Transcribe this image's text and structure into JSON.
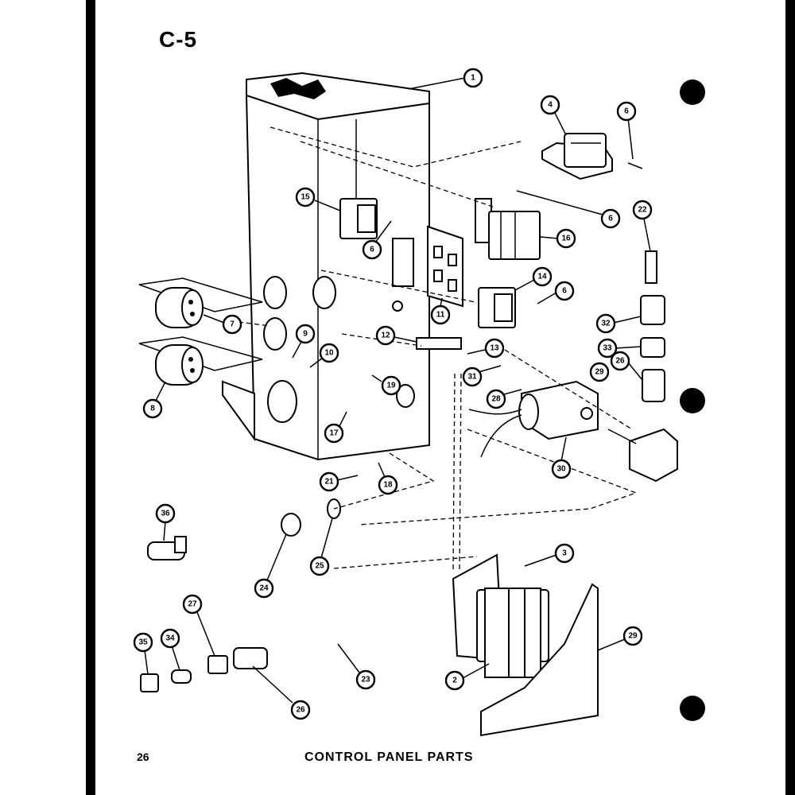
{
  "header": {
    "page_id": "C-5"
  },
  "footer": {
    "page_number": "26",
    "caption": "CONTROL PANEL PARTS"
  },
  "callouts": [
    "1",
    "4",
    "6",
    "6",
    "15",
    "6",
    "22",
    "16",
    "14",
    "6",
    "7",
    "9",
    "10",
    "11",
    "12",
    "13",
    "32",
    "33",
    "31",
    "29",
    "26",
    "8",
    "19",
    "28",
    "17",
    "30",
    "21",
    "18",
    "36",
    "24",
    "25",
    "3",
    "27",
    "34",
    "35",
    "26",
    "23",
    "2",
    "29"
  ]
}
